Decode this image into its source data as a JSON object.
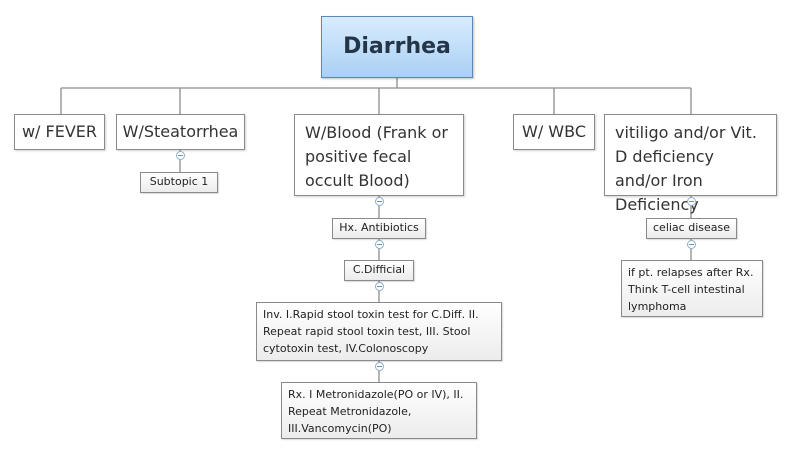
{
  "main": {
    "title": "Diarrhea"
  },
  "topics": {
    "fever": "w/ FEVER",
    "steatorrhea": "W/Steatorrhea",
    "blood": "W/Blood (Frank or positive fecal occult Blood)",
    "wbc": "W/ WBC",
    "vitiligo": "vitiligo and/or Vit. D deficiency and/or Iron Deficiency"
  },
  "subtopics": {
    "subtopic_1": "Subtopic 1",
    "hx_antibiotics": "Hx. Antibiotics",
    "c_difficial": "C.Difficial",
    "investigation": "Inv. I.Rapid stool toxin test for C.Diff. II. Repeat rapid stool toxin test, III. Stool cytotoxin test, IV.Colonoscopy",
    "treatment": "Rx. I Metronidazole(PO or IV), II. Repeat Metronidazole, III.Vancomycin(PO)",
    "celiac": "celiac disease",
    "lymphoma": "if pt. relapses after Rx. Think T-cell intestinal lymphoma"
  },
  "colors": {
    "connector": "#8c8c8c",
    "main_fill_top": "#d9ecfd",
    "main_fill_bottom": "#a9d0f5",
    "main_border": "#5a89b8",
    "toggle": "#8fb0cf"
  }
}
